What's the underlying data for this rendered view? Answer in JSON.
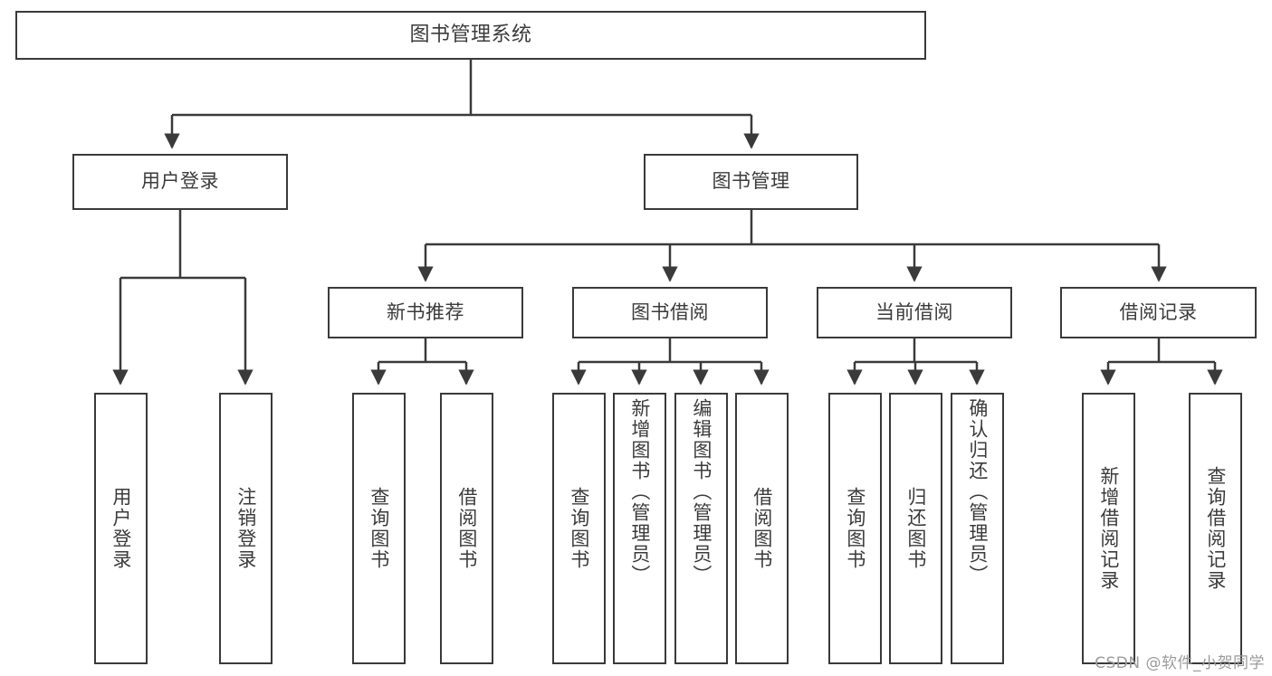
{
  "diagram": {
    "type": "tree",
    "title": "图书管理系统",
    "watermark": "CSDN @软件_小贺同学",
    "colors": {
      "box_border": "#3a3a3a",
      "box_fill": "#ffffff",
      "edge": "#3a3a3a",
      "text": "#3b3b3b",
      "background": "#ffffff",
      "watermark": "#9b9b9b"
    },
    "nodes": {
      "root": {
        "label": "图书管理系统"
      },
      "level2": [
        {
          "id": "user-login",
          "label": "用户登录"
        },
        {
          "id": "book-manage",
          "label": "图书管理"
        }
      ],
      "level3": [
        {
          "id": "new-book-recommend",
          "label": "新书推荐"
        },
        {
          "id": "book-borrow",
          "label": "图书借阅"
        },
        {
          "id": "current-borrow",
          "label": "当前借阅"
        },
        {
          "id": "borrow-record",
          "label": "借阅记录"
        }
      ],
      "leaves": {
        "user_login": [
          {
            "id": "leaf-user-login",
            "label": "用户登录"
          },
          {
            "id": "leaf-logout-login",
            "label": "注销登录"
          }
        ],
        "new_book_recommend": [
          {
            "id": "leaf-query-book-1",
            "label": "查询图书"
          },
          {
            "id": "leaf-borrow-book-1",
            "label": "借阅图书"
          }
        ],
        "book_borrow": [
          {
            "id": "leaf-query-book-2",
            "label": "查询图书"
          },
          {
            "id": "leaf-add-book",
            "label": "新增图书（管理员）"
          },
          {
            "id": "leaf-edit-book",
            "label": "编辑图书（管理员）"
          },
          {
            "id": "leaf-borrow-book-2",
            "label": "借阅图书"
          }
        ],
        "current_borrow": [
          {
            "id": "leaf-query-book-3",
            "label": "查询图书"
          },
          {
            "id": "leaf-return-book",
            "label": "归还图书"
          },
          {
            "id": "leaf-confirm-return",
            "label": "确认归还（管理员）"
          }
        ],
        "borrow_record": [
          {
            "id": "leaf-add-record",
            "label": "新增借阅记录"
          },
          {
            "id": "leaf-query-record",
            "label": "查询借阅记录"
          }
        ]
      }
    }
  }
}
